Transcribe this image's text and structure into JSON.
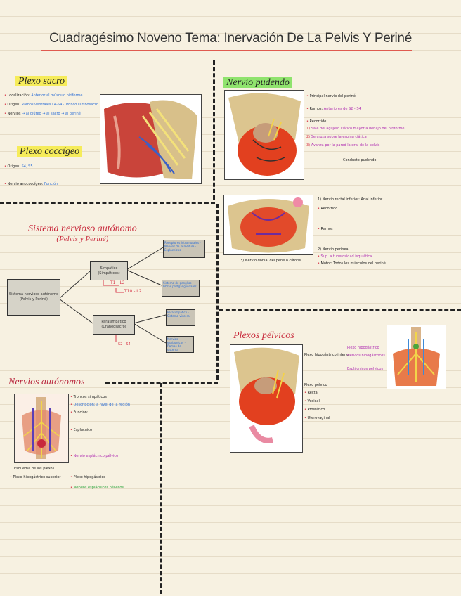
{
  "title": "Cuadragésimo Noveno Tema: Inervación De La Pelvis Y Periné",
  "plexo_sacro": {
    "heading": "Plexo sacro",
    "items": [
      {
        "label": "Localización:",
        "value": "Anterior al músculo piriforme"
      },
      {
        "label": "Origen:",
        "value": "Ramos ventrales L4-S4 · Tronco lumbosacro"
      },
      {
        "label": "Nervios",
        "value": "→ al glúteo  → al sacro  → al periné"
      }
    ]
  },
  "plexo_coccigeo": {
    "heading": "Plexo coccígeo",
    "items": [
      {
        "label": "Origen:",
        "value": "S4, S5"
      },
      {
        "label": "Nervio anococcígeo:",
        "value": "Función"
      }
    ]
  },
  "sistema_nervioso": {
    "heading": "Sistema nervioso autónomo",
    "subheading": "(Pelvis y Periné)",
    "root_box": "Sistema nervioso autónomo (Pelvis y Periné)",
    "simpatico_box": "Simpático (Simpáticos)",
    "parasimpatico_box": "Parasimpático (Craneosacro)",
    "simpatico_levels": "T1 - L2",
    "simpatico_sub": "T10 - L2",
    "parasimpatico_levels": "S2 - S4",
    "sub_boxes": [
      "Receptores intramurales · Nervios de la médula · Esplácnicos",
      "Sistema de ganglios · Fibras postganglionares",
      "Parasimpático · Sistema visceral",
      "Nervios esplácnicos · Ramas de sistema"
    ]
  },
  "nervios_autonomos": {
    "heading": "Nervios autónomos",
    "notes": [
      "Troncos simpáticos",
      "Descripción: a nivel de la región",
      "Función:",
      "Esplácnico",
      "Nervio esplácnico pélvico"
    ],
    "bottom_notes": [
      "Esquema de los plexos",
      "Plexo hipogástrico superior",
      "Plexo hipogástrico",
      "Nervios esplácnicos pélvicos"
    ]
  },
  "nervio_pudendo": {
    "heading": "Nervio pudendo",
    "items": [
      {
        "label": "Principal nervio del periné"
      },
      {
        "label": "Ramos:",
        "value": "Anteriores de S2 - S4"
      },
      {
        "label": "Recorrido:"
      },
      {
        "label": "1)",
        "value": "Sale del agujero ciático mayor a debajo del piriforme"
      },
      {
        "label": "2)",
        "value": "Se cruza sobre la espina ciática"
      },
      {
        "label": "3)",
        "value": "Avanza por la pared lateral de la pelvis"
      }
    ],
    "canal": "Conducto pudendo",
    "ramas": [
      "1) Nervio rectal inferior: Anal inferior",
      "Recorrido",
      "Ramos",
      "2) Nervio perineal",
      "Sup. a tuberosidad isquiática",
      "Motor: Todos los músculos del periné"
    ],
    "dorsal": "3) Nervio dorsal del pene o clítoris"
  },
  "plexos_pelvicos": {
    "heading": "Plexos pélvicos",
    "items": [
      "Plexo hipogástrico inferior",
      "Plexo pélvico",
      "Rectal",
      "Vesical",
      "Prostático",
      "Uterovaginal"
    ],
    "right_notes": [
      "Plexo hipogástrico",
      "Nervios hipogástricos",
      "Esplácnicos pélvicos"
    ]
  },
  "colors": {
    "accent_red": "#d7394b",
    "accent_blue": "#2e6fd6",
    "accent_purple": "#b02fb2",
    "highlight_yellow": "#f6ec5a",
    "highlight_green": "#8fe36d"
  }
}
